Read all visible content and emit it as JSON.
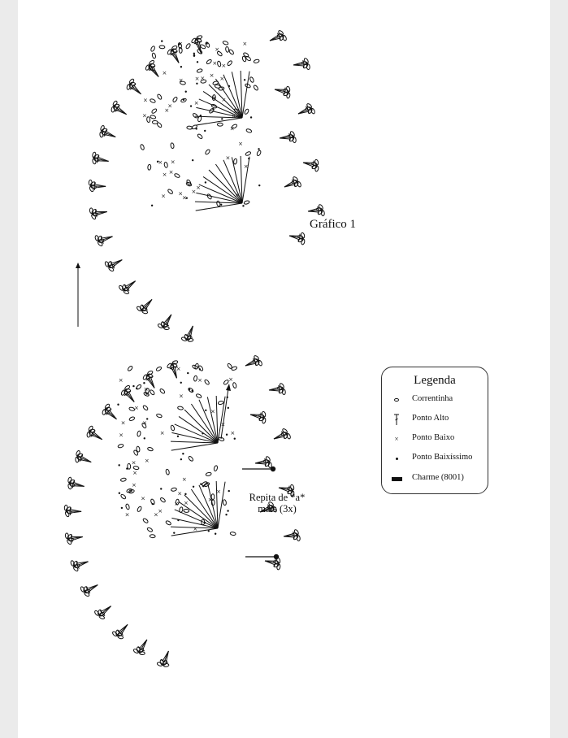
{
  "chart": {
    "title": "Gráfico 1",
    "repeat_note_line1": "Repita de *a*",
    "repeat_note_line2": "mais (3x)"
  },
  "legend": {
    "title": "Legenda",
    "items": [
      {
        "symbol": "chain-oval-icon",
        "label": "Correntinha"
      },
      {
        "symbol": "double-crochet-icon",
        "label": "Ponto Alto"
      },
      {
        "symbol": "single-crochet-x-icon",
        "label": "Ponto Baixo"
      },
      {
        "symbol": "slip-stitch-dot-icon",
        "label": "Ponto Baixíssimo"
      },
      {
        "symbol": "charm-bar-icon",
        "label": "Charme (8001)"
      }
    ]
  },
  "colors": {
    "ink": "#111111",
    "page": "#ffffff",
    "background": "#ebebeb"
  }
}
